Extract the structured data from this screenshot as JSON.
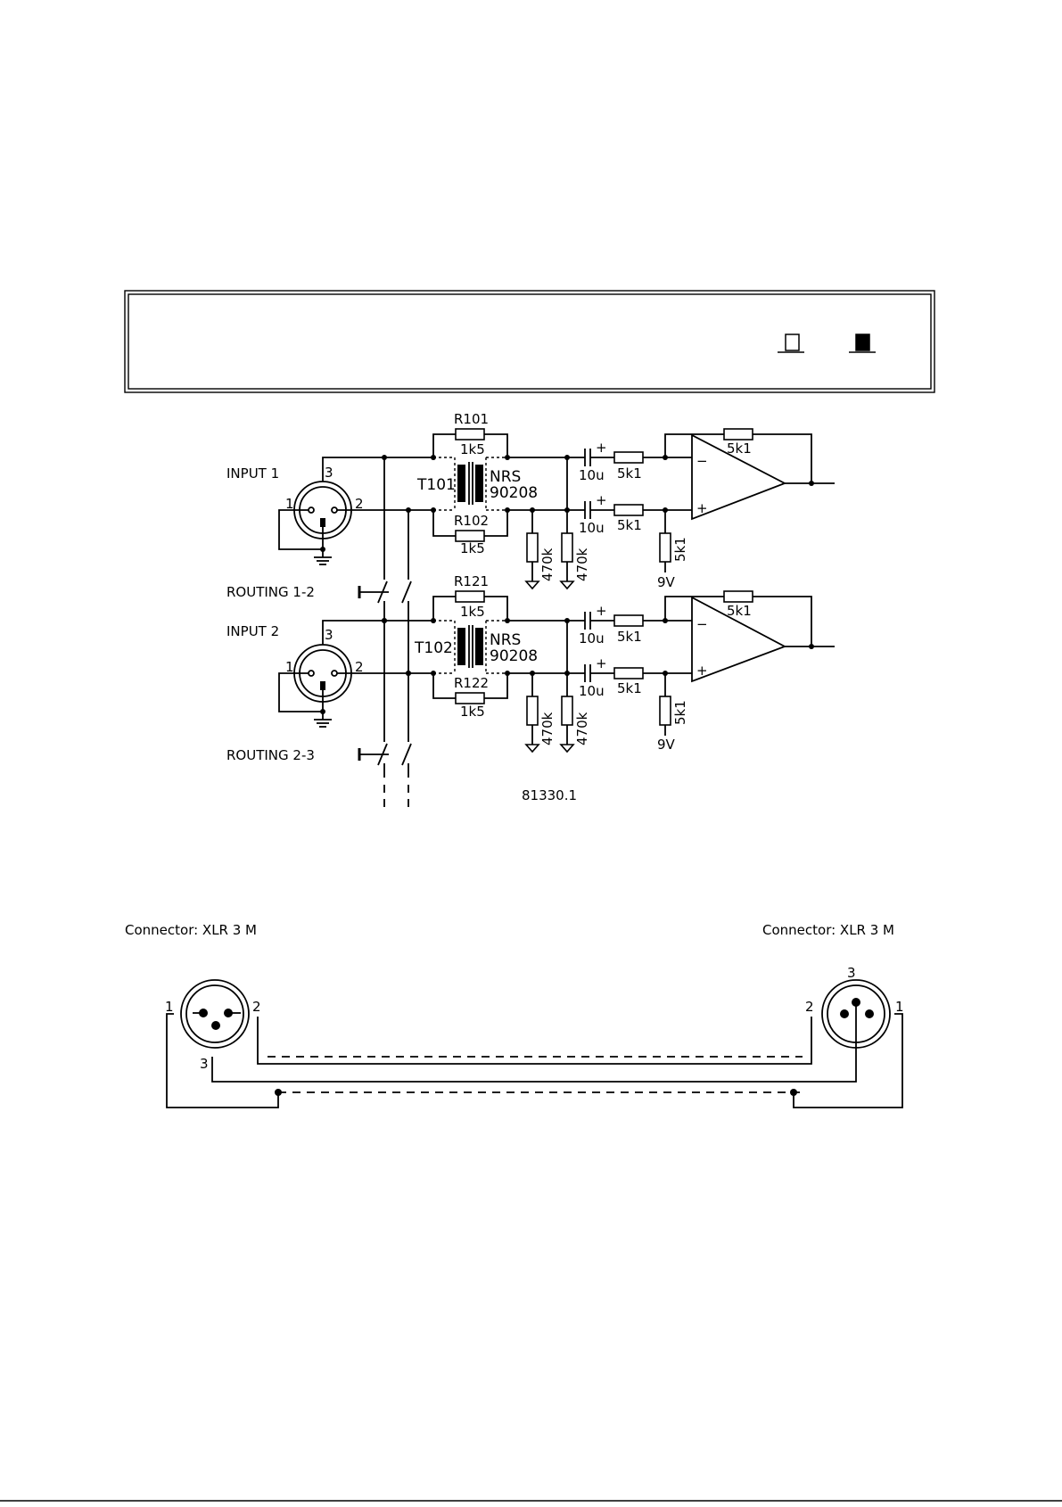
{
  "header_box": {
    "icons": [
      "switch-open-icon",
      "switch-closed-icon"
    ]
  },
  "schematic": {
    "channels": [
      {
        "input_label": "INPUT 1",
        "transformer": "T101",
        "transformer_type_line1": "NRS",
        "transformer_type_line2": "90208",
        "r_top_name": "R101",
        "r_top_value": "1k5",
        "r_bottom_name": "R102",
        "r_bottom_value": "1k5",
        "routing_label": "ROUTING 1-2"
      },
      {
        "input_label": "INPUT 2",
        "transformer": "T102",
        "transformer_type_line1": "NRS",
        "transformer_type_line2": "90208",
        "r_top_name": "R121",
        "r_top_value": "1k5",
        "r_bottom_name": "R122",
        "r_bottom_value": "1k5",
        "routing_label": "ROUTING 2-3"
      }
    ],
    "pin_labels": [
      "1",
      "2",
      "3"
    ],
    "cap_value": "10u",
    "cap_polarity": "+",
    "series_resistor": "5k1",
    "feedback_resistor": "5k1",
    "bias_resistor": "5k1",
    "pulldown_resistor": "470k",
    "bias_voltage": "9V",
    "opamp_minus": "−",
    "opamp_plus": "+",
    "drawing_number": "81330.1"
  },
  "cable": {
    "left_connector_label": "Connector:  XLR  3  M",
    "right_connector_label": "Connector:  XLR  3  M",
    "pin_labels": [
      "1",
      "2",
      "3"
    ]
  }
}
